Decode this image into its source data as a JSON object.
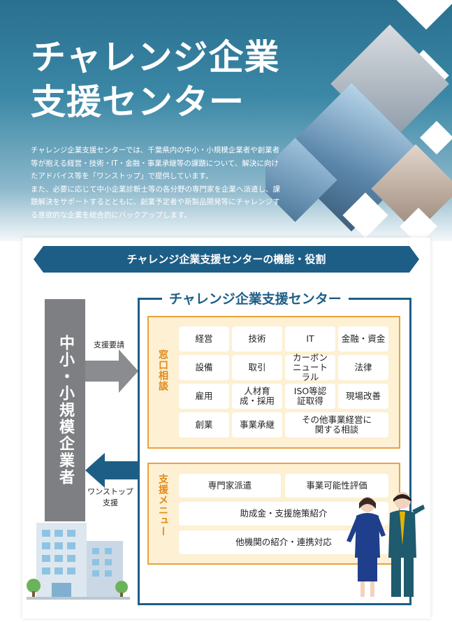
{
  "title": {
    "line1": "チャレンジ企業",
    "line2": "支援センター"
  },
  "intro": {
    "p1": "チャレンジ企業支援センターでは、千葉県内の中小・小規模企業者や創業者等が抱える経営・技術・IT・金融・事業承継等の課題について、解決に向けたアドバイス等を「ワンストップ」で提供しています。",
    "p2": "また、必要に応じて中小企業診断士等の各分野の専門家を企業へ派遣し、課題解決をサポートするとともに、創業予定者や新製品開発等にチャレンジする意欲的な企業を総合的にバックアップします。"
  },
  "banner": "チャレンジ企業支援センターの機能・役割",
  "org_label": "中小・小規模企業者",
  "arrows": {
    "request": "支援要請",
    "one_stop_1": "ワンストップ",
    "one_stop_2": "支援"
  },
  "center_title": "チャレンジ企業支援センター",
  "consultation": {
    "label": "窓口相談",
    "items": [
      "経営",
      "技術",
      "IT",
      "金融・資金",
      "設備",
      "取引",
      "カーボンニュートラル",
      "法律",
      "雇用",
      "人材育成・採用",
      "ISO等認証取得",
      "現場改善",
      "創業",
      "事業承継",
      "その他事業経営に関する相談"
    ]
  },
  "support_menu": {
    "label": "支援メニュー",
    "items": [
      "専門家派遣",
      "事業可能性評価",
      "助成金・支援施策紹介",
      "他機関の紹介・連携対応"
    ]
  },
  "colors": {
    "navy": "#1d5e86",
    "gray": "#7d7f82",
    "orange": "#e8a33a",
    "cream": "#fdf0d3"
  }
}
